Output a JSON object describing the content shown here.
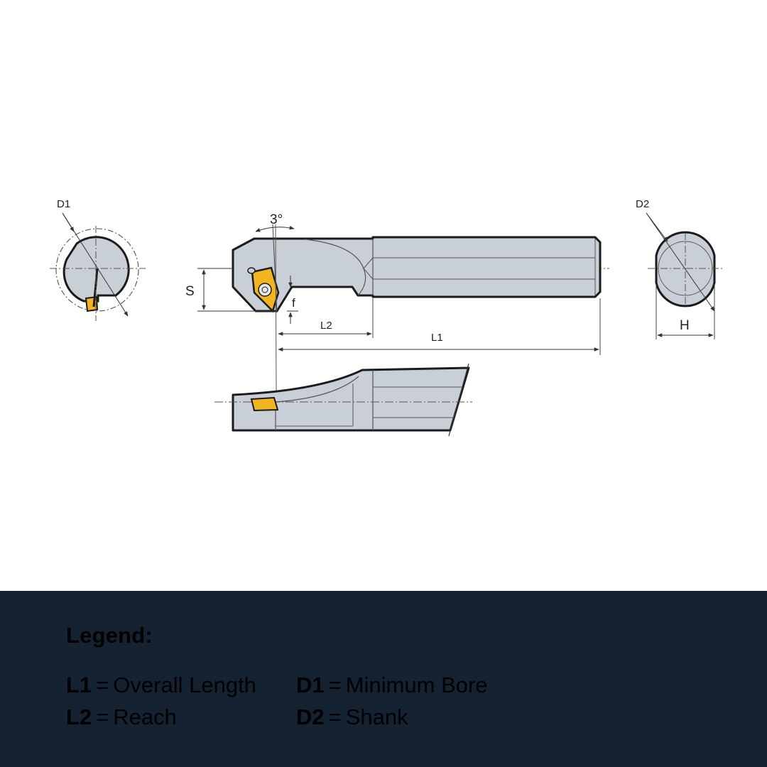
{
  "drawing": {
    "labels": {
      "d1": "D1",
      "d2": "D2",
      "angle": "3°",
      "s": "S",
      "f": "f",
      "l1": "L1",
      "l2": "L2",
      "h": "H"
    },
    "colors": {
      "body": "#c9cfd6",
      "body_dark": "#b3bac2",
      "insert": "#f2b51f",
      "outline": "#1b1b1b",
      "dim_line": "#333333"
    }
  },
  "legend": {
    "title": "Legend:",
    "items": [
      {
        "key": "L1",
        "eq": "=",
        "value": "Overall Length"
      },
      {
        "key": "L2",
        "eq": "=",
        "value": "Reach"
      },
      {
        "key": "D1",
        "eq": "=",
        "value": "Minimum Bore"
      },
      {
        "key": "D2",
        "eq": "=",
        "value": "Shank"
      }
    ],
    "background": "#152232"
  }
}
